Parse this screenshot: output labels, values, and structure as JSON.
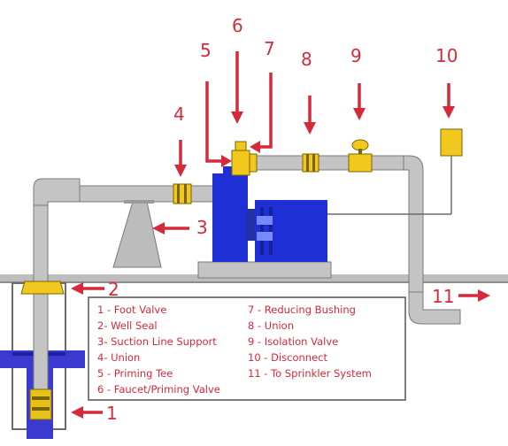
{
  "callouts": {
    "n1": "1",
    "n2": "2",
    "n3": "3",
    "n4": "4",
    "n5": "5",
    "n6": "6",
    "n7": "7",
    "n8": "8",
    "n9": "9",
    "n10": "10",
    "n11": "11"
  },
  "legend": {
    "items": [
      "1 - Foot Valve",
      "2- Well Seal",
      "3- Suction Line Support",
      "4- Union",
      "5 - Priming Tee",
      "6 - Faucet/Priming Valve",
      "7 - Reducing Bushing",
      "8 - Union",
      "9 - Isolation Valve",
      "10 - Disconnect",
      "11 - To Sprinkler System"
    ]
  },
  "colors": {
    "callout": "#d42a3a",
    "pump": "#1f2fd6",
    "pipe": "#c4c4c4",
    "fitting": "#f0c81e",
    "well_water": "#3a3ad0",
    "ground": "#bdbdbd"
  }
}
